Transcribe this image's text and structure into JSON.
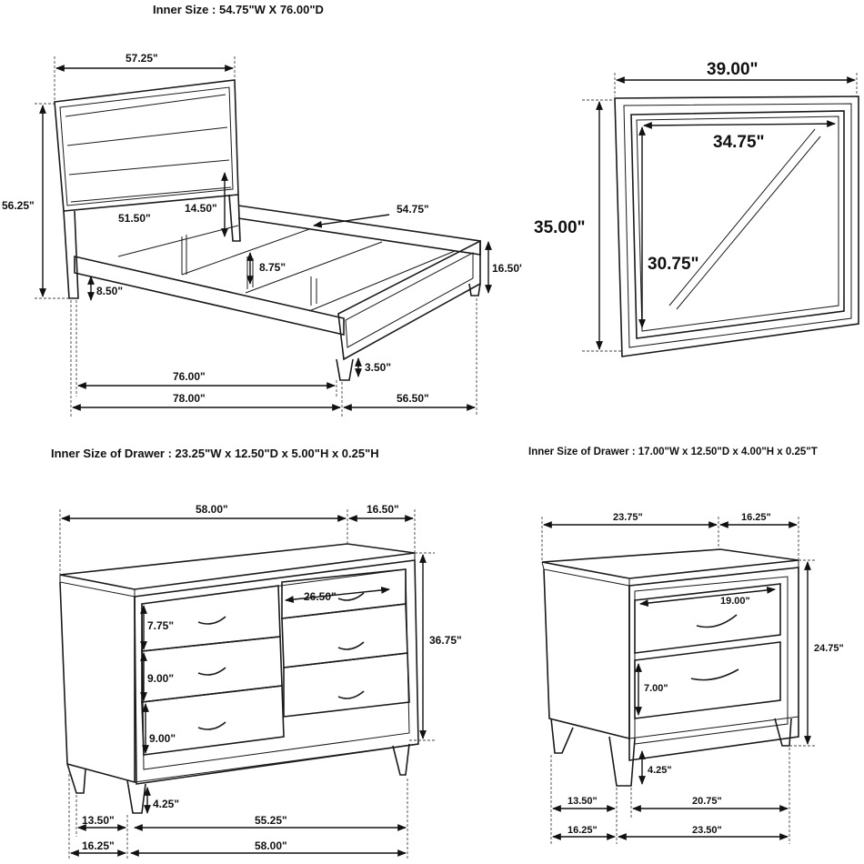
{
  "headers": {
    "bed_inner": "Inner Size : 54.75\"W X 76.00\"D",
    "dresser_inner": "Inner Size of Drawer : 23.25\"W x 12.50\"D x 5.00\"H x 0.25\"H",
    "nightstand_inner": "Inner Size of Drawer : 17.00\"W x 12.50\"D x 4.00\"H x 0.25\"T"
  },
  "bed": {
    "width_top": "57.25\"",
    "height": "56.25\"",
    "headboard_width": "51.50\"",
    "headboard_panel": "14.50\"",
    "inner_width": "54.75\"",
    "slat_height": "8.75\"",
    "footboard_height": "16.50'",
    "leg_height": "8.50\"",
    "foot_leg": "3.50\"",
    "inner_length": "76.00\"",
    "length": "78.00\"",
    "depth_side": "56.50\""
  },
  "mirror": {
    "width": "39.00\"",
    "inner_width": "34.75\"",
    "height": "35.00\"",
    "inner_height": "30.75\""
  },
  "dresser": {
    "width": "58.00\"",
    "depth": "16.50\"",
    "drawer_width": "26.50\"",
    "height": "36.75\"",
    "drawer1": "7.75\"",
    "drawer2": "9.00\"",
    "drawer3": "9.00\"",
    "leg": "4.25\"",
    "side_depth": "13.50\"",
    "inner_width": "55.25\"",
    "depth_bottom": "16.25\"",
    "width_bottom": "58.00\""
  },
  "nightstand": {
    "width": "23.75\"",
    "depth": "16.25\"",
    "drawer_width": "19.00\"",
    "height": "24.75\"",
    "drawer": "7.00\"",
    "leg": "4.25\"",
    "side_depth": "13.50\"",
    "inner_width": "20.75\"",
    "depth_bottom": "16.25\"",
    "width_bottom": "23.50\""
  }
}
